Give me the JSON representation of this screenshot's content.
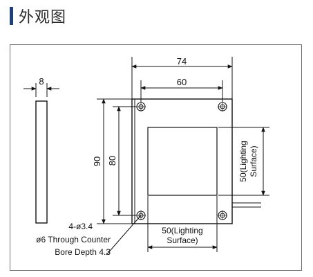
{
  "header": {
    "title": "外观图"
  },
  "side_view": {
    "thickness": "8"
  },
  "front_view": {
    "overall_width": "74",
    "hole_pitch_x": "60",
    "overall_height": "90",
    "hole_pitch_y": "80",
    "lighting_width_line1": "50(Lighting",
    "lighting_width_line2": "Surface)",
    "lighting_height_line1": "50(Lighting",
    "lighting_height_line2": "Surface)"
  },
  "hole_note": {
    "line1": "4-ø3.4",
    "line2": "ø6 Through Counter",
    "line3": "Bore Depth 4.3"
  },
  "colors": {
    "accent_bar": "#1f3f7a",
    "frame": "#6e6e6e",
    "line": "#111111"
  }
}
